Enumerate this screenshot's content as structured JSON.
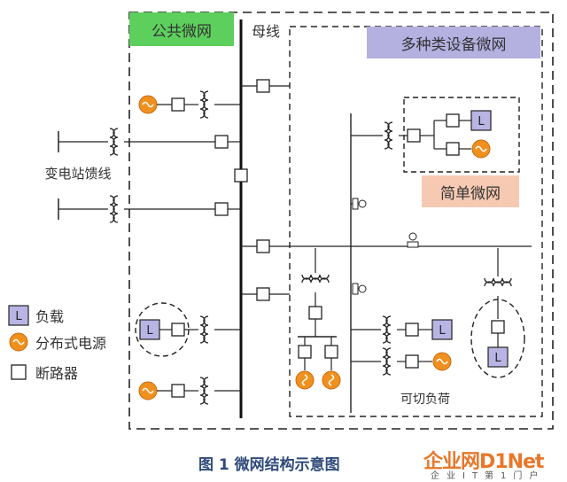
{
  "labels": {
    "public_microgrid": "公共微网",
    "bus": "母线",
    "multi_device_microgrid": "多种类设备微网",
    "simple_microgrid": "简单微网",
    "substation_feeder": "变电站馈线",
    "switchable_load": "可切负荷"
  },
  "legend": {
    "load_symbol": "L",
    "load": "负载",
    "generator": "分布式电源",
    "breaker": "断路器"
  },
  "caption": "图 1  微网结构示意图",
  "watermark": {
    "brand": "企业网D1Net",
    "sub": "企业IT第1门户"
  },
  "colors": {
    "public_label_bg": "#5dcf5d",
    "multi_label_bg": "#b4b0e0",
    "simple_label_bg": "#f6c9b2",
    "load_fill": "#b8b4e4",
    "generator_fill": "#f0901e",
    "caption": "#2f4a7a",
    "watermark": "#e8772a"
  }
}
